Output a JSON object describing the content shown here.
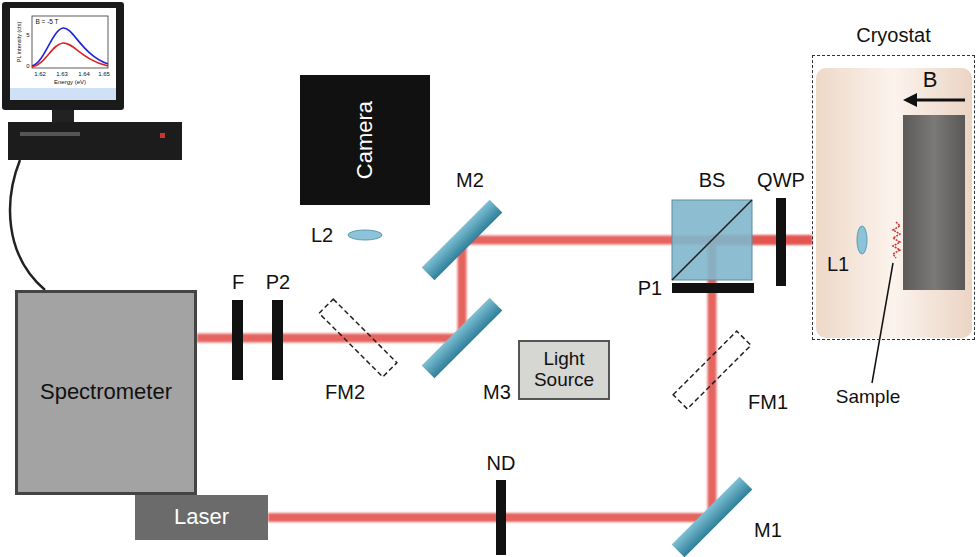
{
  "diagram": {
    "nodes": [
      {
        "text": [
          "Camera"
        ]
      },
      {
        "text": [
          "Cryostat"
        ]
      },
      {
        "text": [
          "Spectrometer"
        ]
      },
      {
        "text": [
          "Light Source"
        ]
      },
      {
        "text": [
          "Laser"
        ]
      }
    ],
    "edges": [
      {
        "from": 4,
        "to": 1,
        "arrow": "none"
      },
      {
        "from": 1,
        "to": 2,
        "arrow": "none"
      }
    ],
    "labels": [
      "B = -5 T",
      "PL intensity (cts)",
      "5",
      "0",
      "1.62",
      "1.63",
      "1.64",
      "1.65",
      "Energy (eV)",
      "M2",
      "BS",
      "QWP",
      "B",
      "L2",
      "F",
      "P2",
      "FM2",
      "M3",
      "P1",
      "FM1",
      "L1",
      "Sample",
      "ND",
      "M1"
    ]
  }
}
